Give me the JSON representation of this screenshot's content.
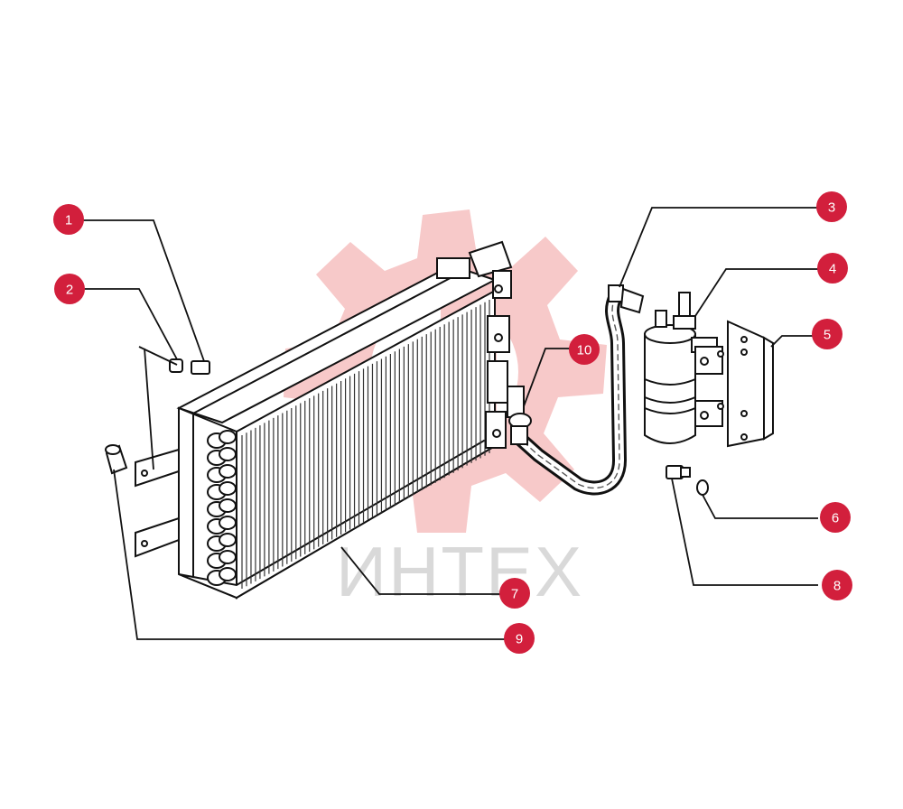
{
  "watermark": {
    "text": "ИНТЕХ"
  },
  "colors": {
    "callout": "#d21f3c",
    "line": "#111111",
    "watermark_gear": "#f7c9c9",
    "watermark_text": "#d9d9d9"
  },
  "callouts": [
    {
      "id": "c1",
      "label": "1"
    },
    {
      "id": "c2",
      "label": "2"
    },
    {
      "id": "c3",
      "label": "3"
    },
    {
      "id": "c4",
      "label": "4"
    },
    {
      "id": "c5",
      "label": "5"
    },
    {
      "id": "c6",
      "label": "6"
    },
    {
      "id": "c7",
      "label": "7"
    },
    {
      "id": "c8",
      "label": "8"
    },
    {
      "id": "c9",
      "label": "9"
    },
    {
      "id": "c10",
      "label": "10"
    }
  ]
}
